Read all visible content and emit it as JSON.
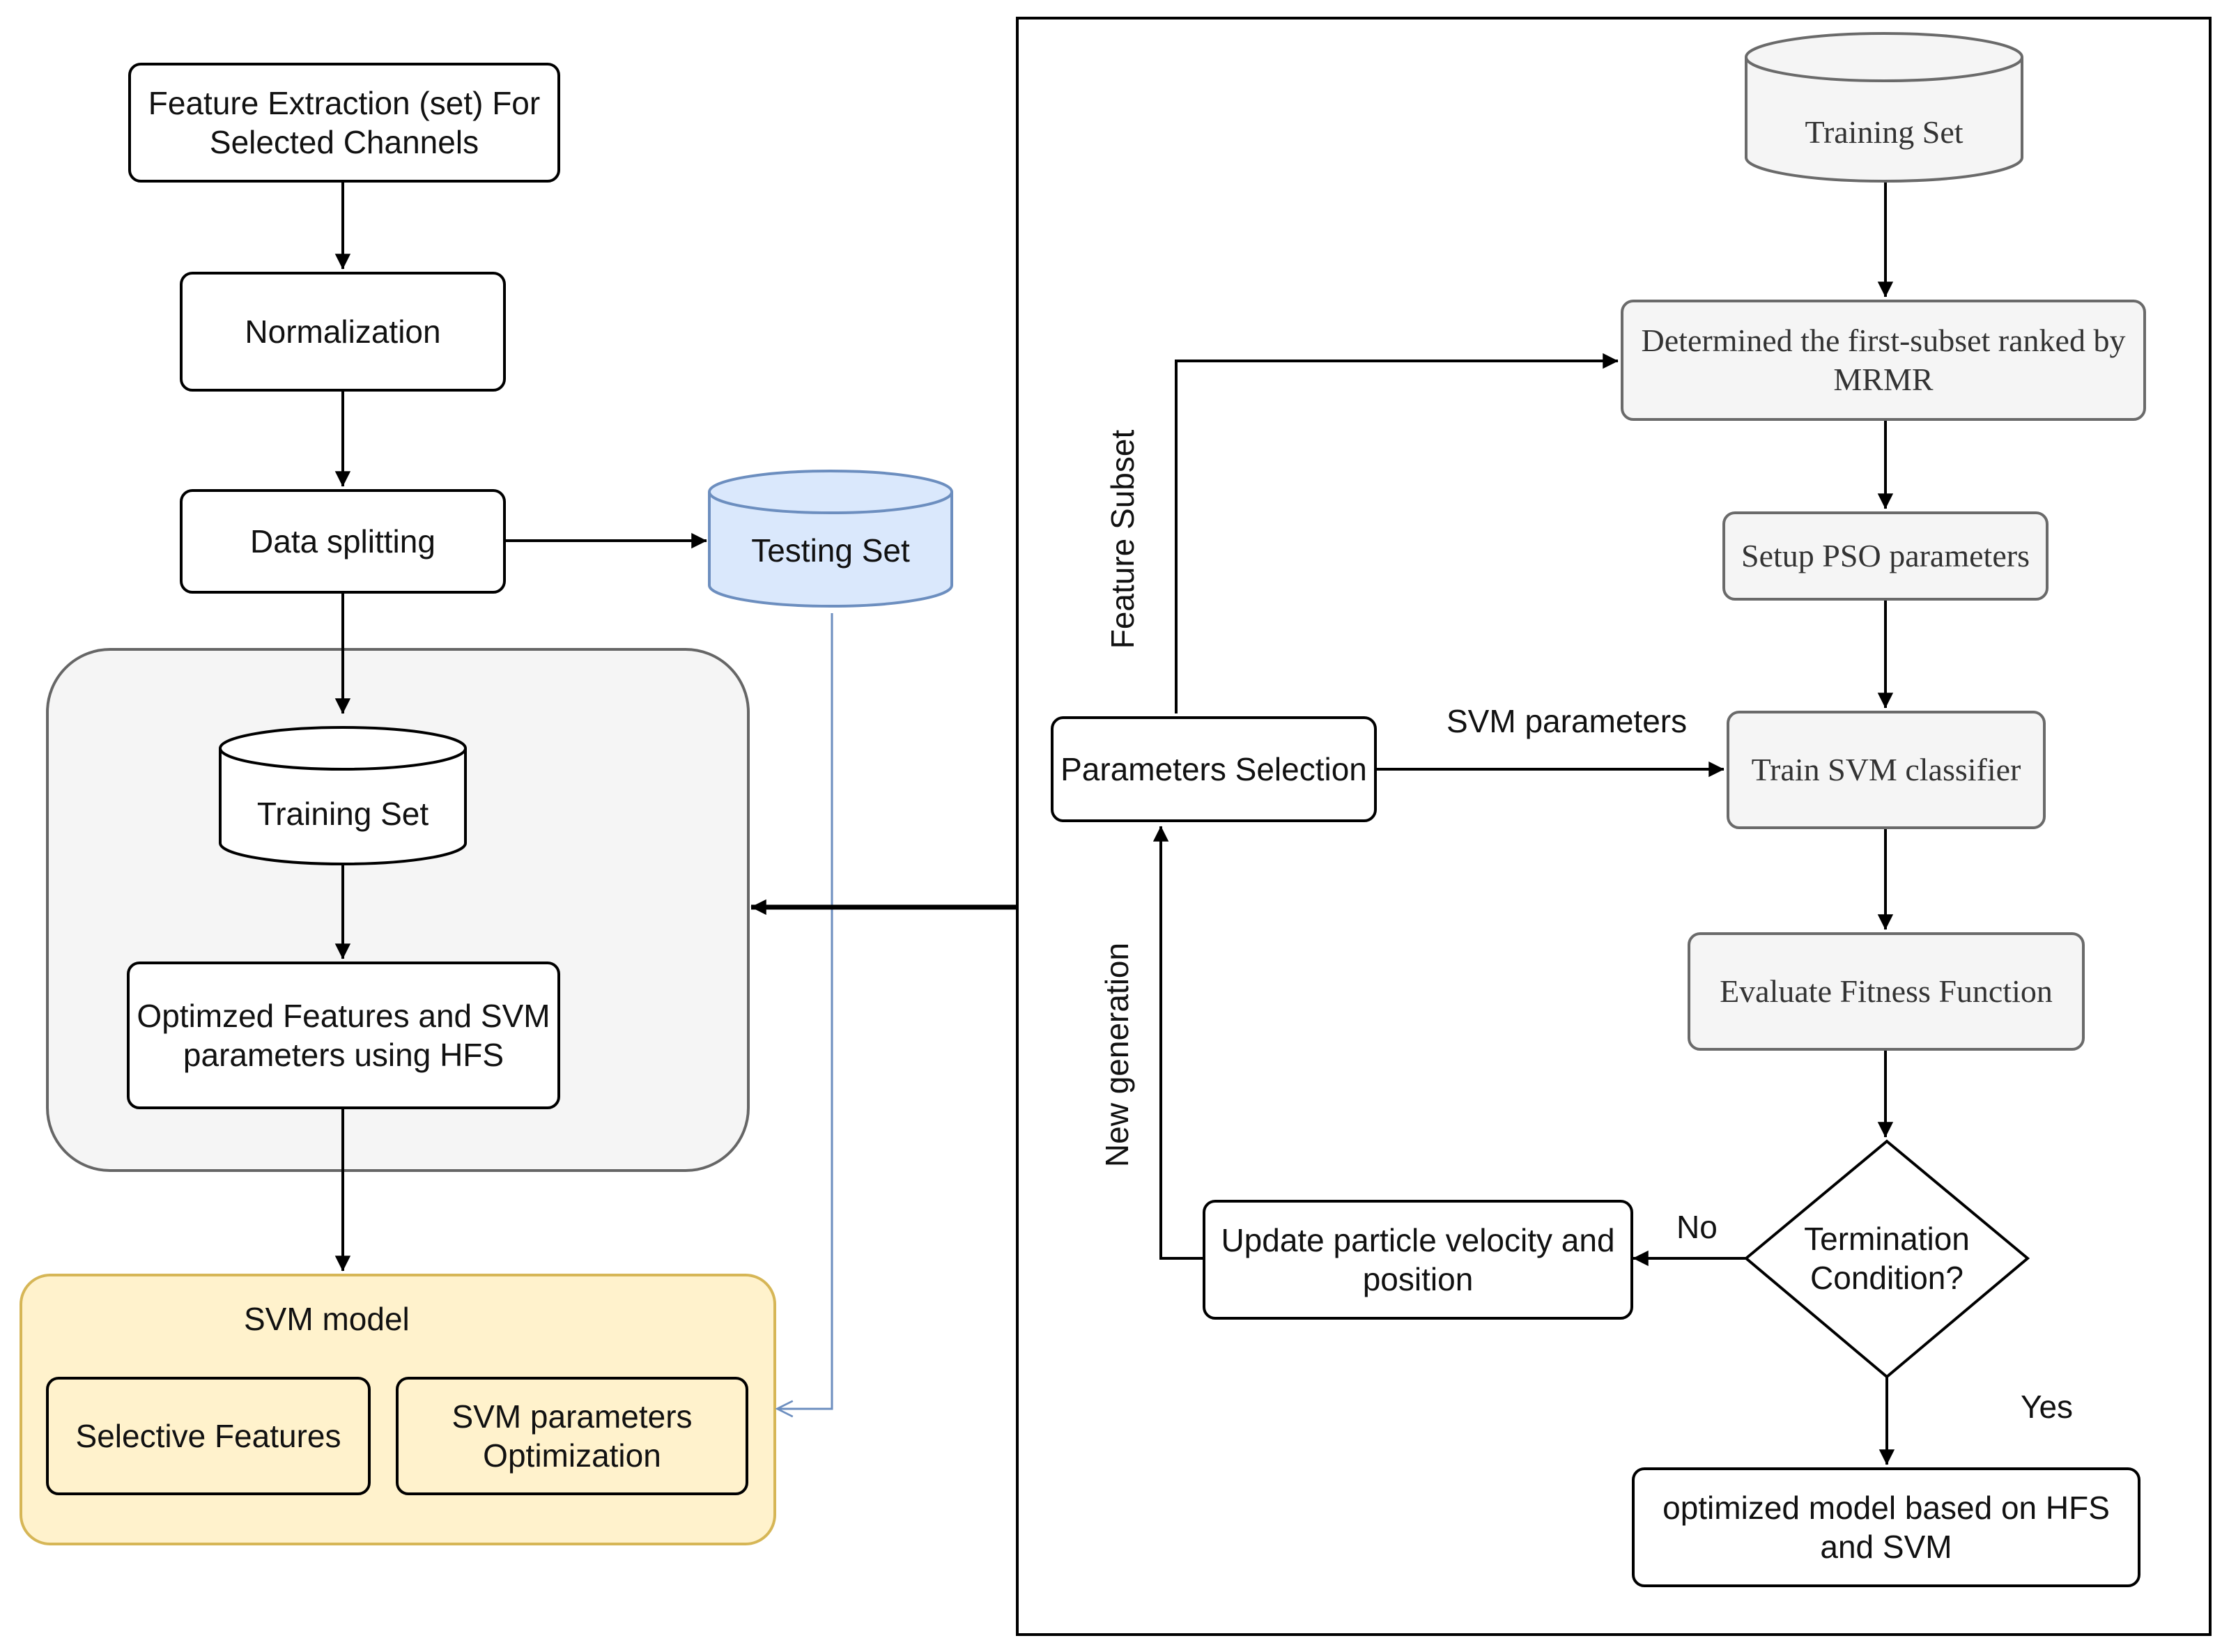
{
  "nodes": {
    "feature_extraction": "Feature Extraction (set) For Selected Channels",
    "normalization": "Normalization",
    "data_splitting": "Data splitting",
    "testing_set": "Testing Set",
    "training_set_left": "Training Set",
    "optimized_features": "Optimzed Features and SVM parameters using HFS",
    "svm_model": "SVM model",
    "selective_features": "Selective Features",
    "svm_params_optimization": "SVM parameters Optimization",
    "training_set_right": "Training Set",
    "determine_subset": "Determined the first-subset ranked by MRMR",
    "setup_pso": "Setup PSO parameters",
    "train_svm": "Train SVM classifier",
    "evaluate_fitness": "Evaluate Fitness Function",
    "termination": "Termination Condition?",
    "update_particle": "Update particle velocity and position",
    "parameters_selection": "Parameters Selection",
    "optimized_model": "optimized model based on HFS and SVM"
  },
  "edge_labels": {
    "feature_subset": "Feature Subset",
    "svm_parameters": "SVM parameters",
    "new_generation": "New generation",
    "no": "No",
    "yes": "Yes"
  },
  "colors": {
    "cylinder_blue_fill": "#dae8fc",
    "cylinder_blue_stroke": "#6c8ebf",
    "svm_model_fill": "#fff2cc",
    "svm_model_stroke": "#d6b656",
    "group_fill": "#f5f5f5",
    "group_stroke": "#666666"
  }
}
